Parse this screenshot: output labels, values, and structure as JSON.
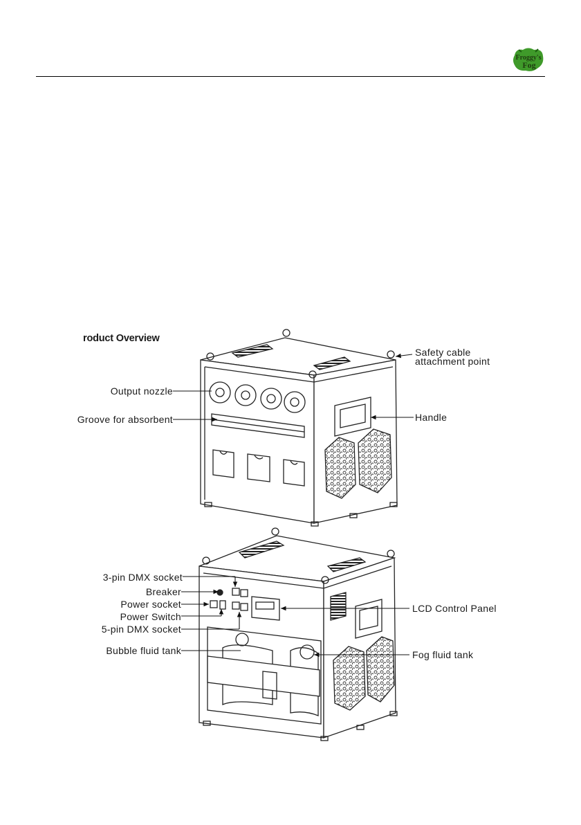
{
  "header": {
    "logo": {
      "icon": "froggys-fog-logo-icon",
      "line1": "Froggy's",
      "line2": "Fog",
      "color": "#3f9a2a"
    }
  },
  "section": {
    "title": "roduct Overview"
  },
  "front_view": {
    "labels": {
      "safety_cable_1": "Safety cable",
      "safety_cable_2": "attachment point",
      "output_nozzle": "Output nozzle",
      "groove": "Groove for absorbent",
      "handle": "Handle"
    }
  },
  "rear_view": {
    "labels": {
      "dmx3": "3-pin DMX socket",
      "breaker": "Breaker",
      "power_socket": "Power socket",
      "power_switch": "Power Switch",
      "dmx5": "5-pin DMX socket",
      "bubble_tank": "Bubble fluid tank",
      "lcd": "LCD Control Panel",
      "fog_tank": "Fog fluid tank"
    }
  }
}
